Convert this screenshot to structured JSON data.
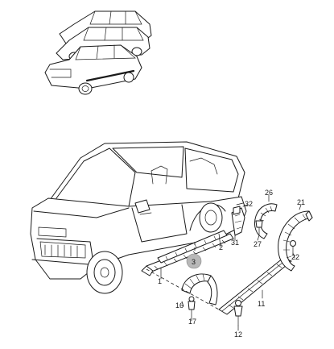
{
  "callouts": {
    "c1": "1",
    "c2": "2",
    "c3": "3",
    "c11": "11",
    "c12": "12",
    "c16": "16",
    "c17": "17",
    "c21": "21",
    "c22": "22",
    "c26": "26",
    "c27": "27",
    "c31": "31",
    "c32": "32"
  },
  "colors": {
    "line": "#1a1a1a",
    "highlight_badge": "#b8b8b8"
  }
}
